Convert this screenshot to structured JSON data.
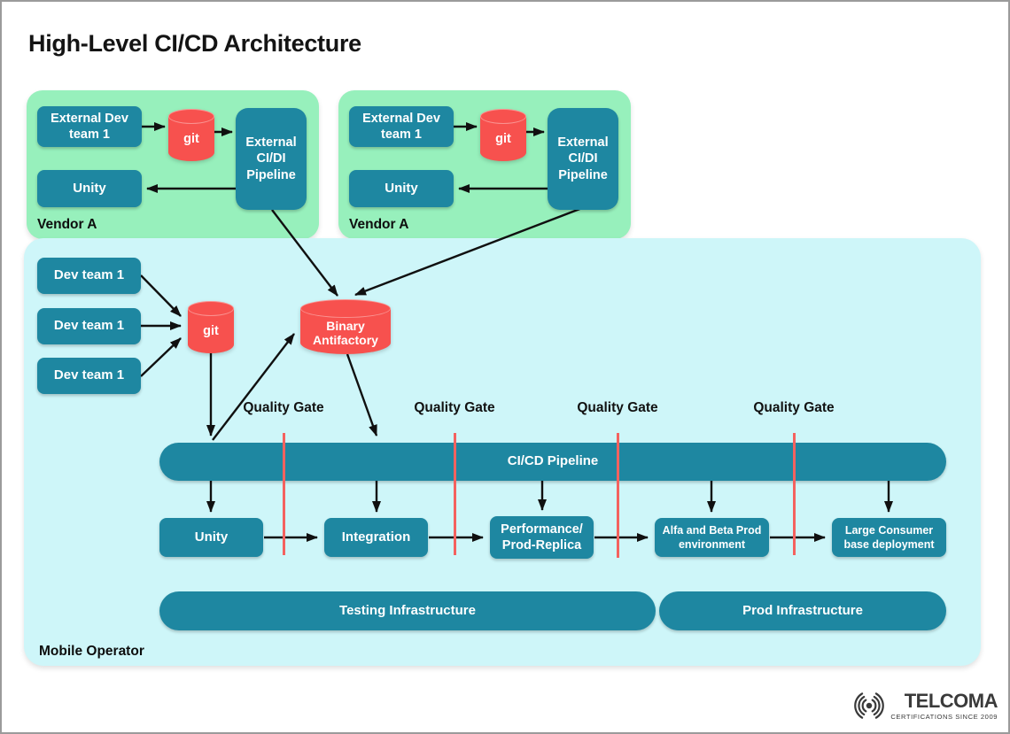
{
  "title": "High-Level CI/CD Architecture",
  "colors": {
    "teal_node": "#1e87a1",
    "red_cylinder": "#f7514e",
    "vendor_bg_green": "#97f0bc",
    "operator_bg_cyan": "#cef6f9",
    "quality_gate_line": "#f4625f",
    "arrow": "#101010",
    "canvas_border": "#9b9b9b"
  },
  "vendors": [
    {
      "label": "Vendor A",
      "dev_team": "External Dev team 1",
      "repo": "git",
      "pipeline": "External CI/DI Pipeline",
      "unity": "Unity"
    },
    {
      "label": "Vendor A",
      "dev_team": "External Dev team 1",
      "repo": "git",
      "pipeline": "External CI/DI Pipeline",
      "unity": "Unity"
    }
  ],
  "operator": {
    "label": "Mobile Operator",
    "dev_teams": [
      "Dev team 1",
      "Dev team 1",
      "Dev team 1"
    ],
    "repo": "git",
    "artifact_store": "Binary Antifactory",
    "pipeline": "CI/CD Pipeline",
    "quality_gates": [
      "Quality Gate",
      "Quality Gate",
      "Quality Gate",
      "Quality Gate"
    ],
    "stages": [
      "Unity",
      "Integration",
      "Performance/ Prod-Replica",
      "Alfa and Beta Prod environment",
      "Large Consumer base deployment"
    ],
    "infrastructures": [
      "Testing Infrastructure",
      "Prod Infrastructure"
    ]
  },
  "logo": {
    "brand": "TELCOMA",
    "tagline": "CERTIFICATIONS SINCE 2009"
  }
}
